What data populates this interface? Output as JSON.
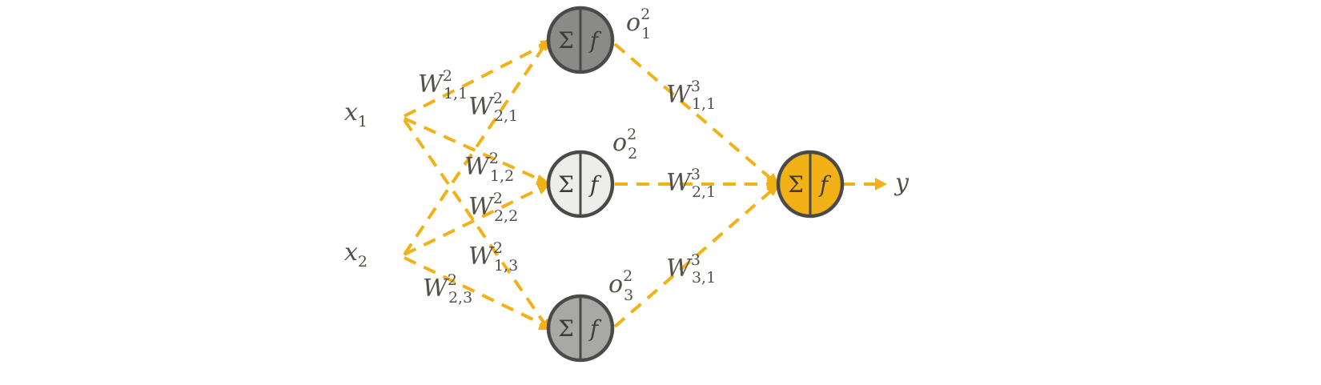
{
  "inputs": [
    {
      "base": "x",
      "sub": "1"
    },
    {
      "base": "x",
      "sub": "2"
    }
  ],
  "hidden_nodes": [
    {
      "sum_symbol": "Σ",
      "func_symbol": "f",
      "fill": "#8a8a88",
      "output_label": {
        "base": "o",
        "sup": "2",
        "sub": "1"
      }
    },
    {
      "sum_symbol": "Σ",
      "func_symbol": "f",
      "fill": "#ededeb",
      "output_label": {
        "base": "o",
        "sup": "2",
        "sub": "2"
      }
    },
    {
      "sum_symbol": "Σ",
      "func_symbol": "f",
      "fill": "#a8a8a6",
      "output_label": {
        "base": "o",
        "sup": "2",
        "sub": "3"
      }
    }
  ],
  "output_node": {
    "sum_symbol": "Σ",
    "func_symbol": "f",
    "fill": "#f2b117"
  },
  "output_label": {
    "base": "y"
  },
  "colors": {
    "edge": "#f2b117",
    "text": "#555048",
    "node_border": "#4a4a48"
  },
  "weights": {
    "w_1_1_2": {
      "base": "W",
      "sup": "2",
      "sub": "1,1"
    },
    "w_2_1_2": {
      "base": "W",
      "sup": "2",
      "sub": "2,1"
    },
    "w_1_2_2": {
      "base": "W",
      "sup": "2",
      "sub": "1,2"
    },
    "w_2_2_2": {
      "base": "W",
      "sup": "2",
      "sub": "2,2"
    },
    "w_1_3_2": {
      "base": "W",
      "sup": "2",
      "sub": "1,3"
    },
    "w_2_3_2": {
      "base": "W",
      "sup": "2",
      "sub": "2,3"
    },
    "w_1_1_3": {
      "base": "W",
      "sup": "3",
      "sub": "1,1"
    },
    "w_2_1_3": {
      "base": "W",
      "sup": "3",
      "sub": "2,1"
    },
    "w_3_1_3": {
      "base": "W",
      "sup": "3",
      "sub": "3,1"
    }
  }
}
